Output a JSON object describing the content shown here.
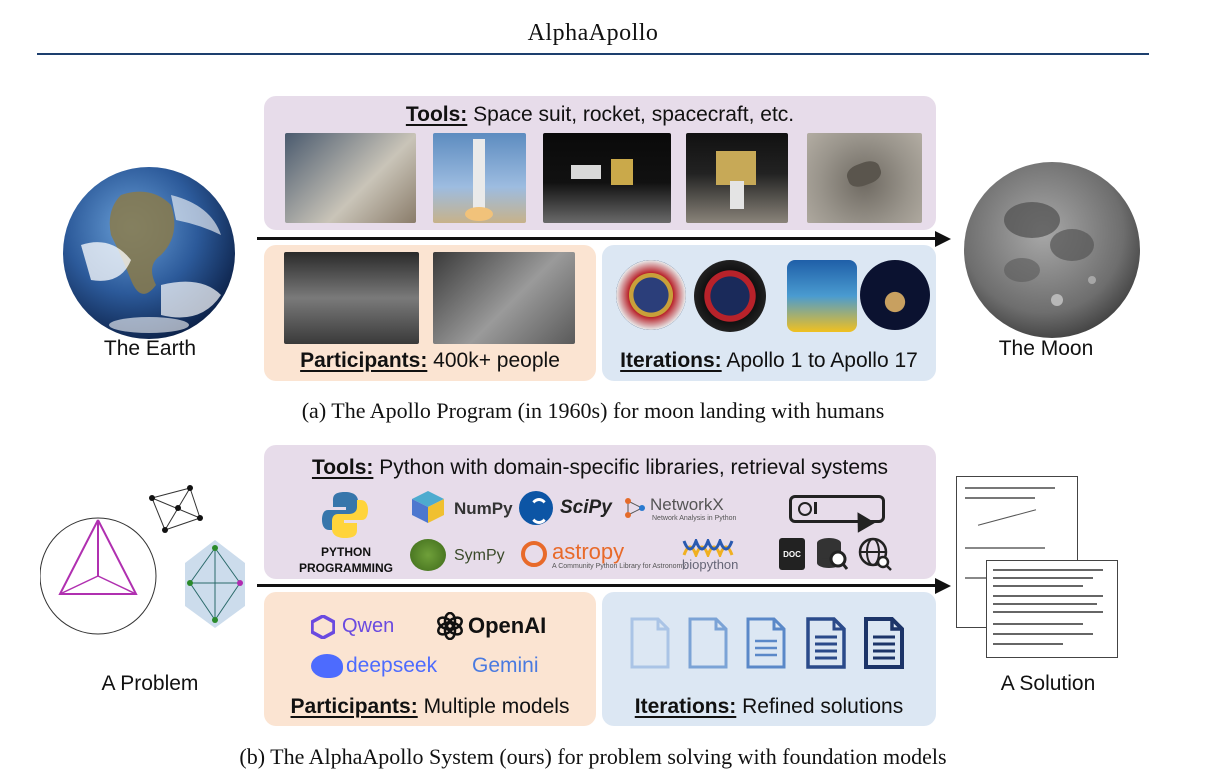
{
  "header": {
    "title": "AlphaApollo"
  },
  "part_a": {
    "tools_label": "Tools:",
    "tools_text": "Space suit, rocket, spacecraft, etc.",
    "participants_label": "Participants:",
    "participants_text": "400k+ people",
    "iterations_label": "Iterations:",
    "iterations_text": "Apollo 1 to Apollo 17",
    "left_label": "The Earth",
    "right_label": "The Moon",
    "caption": "(a) The Apollo Program (in 1960s) for moon landing with humans"
  },
  "part_b": {
    "tools_label": "Tools:",
    "tools_text": "Python with domain-specific libraries, retrieval systems",
    "participants_label": "Participants:",
    "participants_text": "Multiple models",
    "iterations_label": "Iterations:",
    "iterations_text": "Refined solutions",
    "left_label": "A Problem",
    "right_label": "A Solution",
    "caption": "(b) The AlphaApollo System (ours) for problem solving with foundation models",
    "libraries": {
      "python": "PYTHON PROGRAMMING",
      "numpy": "NumPy",
      "scipy": "SciPy",
      "networkx": "NetworkX",
      "networkx_sub": "Network Analysis in Python",
      "sympy": "SymPy",
      "astropy": "astropy",
      "astropy_sub": "A Community Python Library for Astronomy",
      "biopython": "biopython",
      "doc": "DOC"
    },
    "models": {
      "qwen": "Qwen",
      "openai": "OpenAI",
      "deepseek": "deepseek",
      "gemini": "Gemini"
    }
  },
  "colors": {
    "purple_box": "#e7dcea",
    "orange_box": "#fbe4d2",
    "blue_box": "#dce7f3",
    "rule": "#1d3f6e"
  }
}
